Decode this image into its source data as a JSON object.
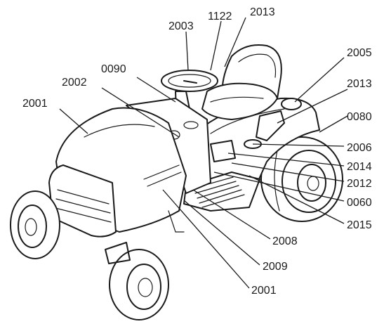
{
  "callouts": [
    {
      "id": "c-2003",
      "text": "2003"
    },
    {
      "id": "c-1122",
      "text": "1122"
    },
    {
      "id": "c-2013-top",
      "text": "2013"
    },
    {
      "id": "c-0090",
      "text": "0090"
    },
    {
      "id": "c-2002",
      "text": "2002"
    },
    {
      "id": "c-2001-left",
      "text": "2001"
    },
    {
      "id": "c-2005",
      "text": "2005"
    },
    {
      "id": "c-2013-right",
      "text": "2013"
    },
    {
      "id": "c-0080",
      "text": "0080"
    },
    {
      "id": "c-2006",
      "text": "2006"
    },
    {
      "id": "c-2014",
      "text": "2014"
    },
    {
      "id": "c-2012",
      "text": "2012"
    },
    {
      "id": "c-0060",
      "text": "0060"
    },
    {
      "id": "c-2015",
      "text": "2015"
    },
    {
      "id": "c-2008",
      "text": "2008"
    },
    {
      "id": "c-2009",
      "text": "2009"
    },
    {
      "id": "c-2001-bottom",
      "text": "2001"
    }
  ]
}
